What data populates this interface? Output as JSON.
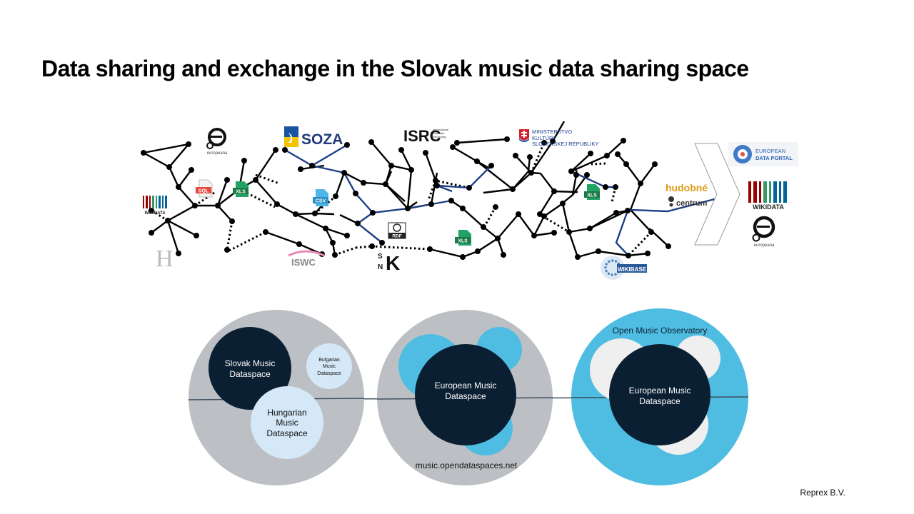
{
  "slide": {
    "title": "Data sharing and exchange in the Slovak music data sharing space",
    "footer": "Reprex B.V."
  },
  "logos": {
    "europeana_label": "europeana",
    "soza": "SOZA",
    "isrc": "ISRC",
    "isrc_sub1": "International",
    "isrc_sub2": "Standard",
    "isrc_sub3": "Recording",
    "isrc_sub4": "Code",
    "ministry1": "MINISTERSTVO",
    "ministry2": "KULTÚRY",
    "ministry3": "SLOVENSKEJ REPUBLIKY",
    "wikidata": "WIKIDATA",
    "sql": "SQL",
    "xls": "XLS",
    "csv": "CSV",
    "rdf": "RDF",
    "iswc": "ISWC",
    "snk_s": "S",
    "snk_n": "N",
    "snk_k": "K",
    "hf": "H",
    "wikibase": "WIKIBASE",
    "hudobne1": "hudobné",
    "hudobne2": "centrum",
    "edp1": "EUROPEAN",
    "edp2": "DATA PORTAL"
  },
  "colors": {
    "dark_navy": "#0b1f33",
    "light_blue": "#d4e8f7",
    "sky_blue": "#4fbde2",
    "gray": "#bcc0c4",
    "white_ish": "#efefef",
    "link_blue": "#1f3f86"
  },
  "circles": {
    "group1": {
      "slovak": "Slovak Music Dataspace",
      "slovak_l1": "Slovak Music",
      "slovak_l2": "Dataspace",
      "bulgarian_l1": "Bulgarian",
      "bulgarian_l2": "Music",
      "bulgarian_l3": "Dataspace",
      "hungarian_l1": "Hungarian",
      "hungarian_l2": "Music",
      "hungarian_l3": "Dataspace"
    },
    "group2": {
      "european_l1": "European Music",
      "european_l2": "Dataspace",
      "url": "music.opendataspaces.net"
    },
    "group3": {
      "label": "Open Music Observatory",
      "european_l1": "European Music",
      "european_l2": "Dataspace"
    }
  }
}
